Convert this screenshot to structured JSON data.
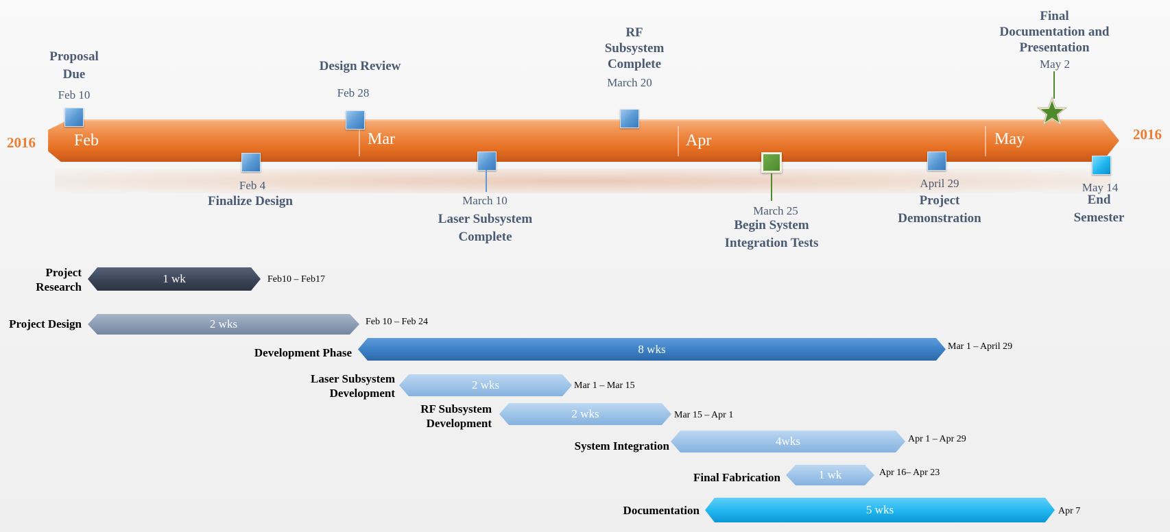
{
  "timeline": {
    "year_left": "2016",
    "year_right": "2016",
    "months": [
      "Feb",
      "Mar",
      "Apr",
      "May"
    ],
    "colors": {
      "band": "#ed7d31",
      "milestone_marker": "#5b9bd5",
      "cyan_marker": "#1fb5ef",
      "green_marker": "#4d8a2c",
      "label_text": "#4a5a73"
    }
  },
  "milestones_above": [
    {
      "title": "Proposal Due",
      "title_lines": [
        "Proposal",
        "Due"
      ],
      "date": "Feb 10"
    },
    {
      "title": "Design Review",
      "title_lines": [
        "Design Review"
      ],
      "date": "Feb 28"
    },
    {
      "title": "RF Subsystem Complete",
      "title_lines": [
        "RF",
        "Subsystem",
        "Complete"
      ],
      "date": "March 20"
    },
    {
      "title": "Final Documentation and Presentation",
      "title_lines": [
        "Final",
        "Documentation and",
        "Presentation"
      ],
      "date": "May 2",
      "icon": "star-icon"
    }
  ],
  "milestones_below": [
    {
      "title": "Finalize Design",
      "title_lines": [
        "Finalize Design"
      ],
      "date": "Feb 4"
    },
    {
      "title": "Laser Subsystem Complete",
      "title_lines": [
        "Laser Subsystem",
        "Complete"
      ],
      "date": "March 10"
    },
    {
      "title": "Begin System Integration Tests",
      "title_lines": [
        "Begin System",
        "Integration Tests"
      ],
      "date": "March 25"
    },
    {
      "title": "Project Demonstration",
      "title_lines": [
        "Project",
        "Demonstration"
      ],
      "date": "April 29"
    },
    {
      "title": "End Semester",
      "title_lines": [
        "End",
        "Semester"
      ],
      "date": "May 14"
    }
  ],
  "tasks": [
    {
      "label_lines": [
        "Project",
        "Research"
      ],
      "duration": "1 wk",
      "dates": "Feb10 – Feb17",
      "color": "#3b4556"
    },
    {
      "label_lines": [
        "Project Design"
      ],
      "duration": "2 wks",
      "dates": "Feb 10 – Feb 24",
      "color": "#8a9bb3"
    },
    {
      "label_lines": [
        "Development Phase"
      ],
      "duration": "8 wks",
      "dates": "Mar 1 – April 29",
      "color": "#3b7fc4"
    },
    {
      "label_lines": [
        "Laser Subsystem",
        "Development"
      ],
      "duration": "2 wks",
      "dates": "Mar 1 – Mar 15",
      "color": "#9dc3e8"
    },
    {
      "label_lines": [
        "RF Subsystem",
        "Development"
      ],
      "duration": "2 wks",
      "dates": "Mar 15 – Apr 1",
      "color": "#9dc3e8"
    },
    {
      "label_lines": [
        "System Integration"
      ],
      "duration": "4wks",
      "dates": "Apr 1 – Apr 29",
      "color": "#9dc3e8"
    },
    {
      "label_lines": [
        "Final Fabrication"
      ],
      "duration": "1 wk",
      "dates": "Apr 16– Apr 23",
      "color": "#9dc3e8"
    },
    {
      "label_lines": [
        "Documentation"
      ],
      "duration": "5 wks",
      "dates": "Apr 7",
      "color": "#1fb5ef"
    }
  ]
}
